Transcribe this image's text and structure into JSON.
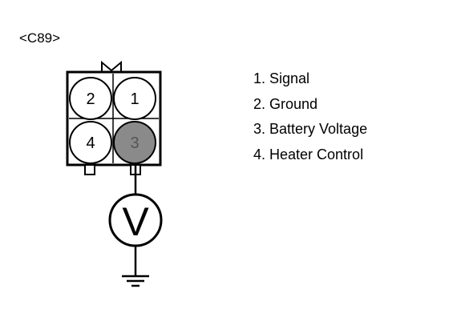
{
  "connector": {
    "label": "<C89>",
    "pins": [
      {
        "number": "2",
        "fill": "#ffffff"
      },
      {
        "number": "1",
        "fill": "#ffffff"
      },
      {
        "number": "4",
        "fill": "#ffffff"
      },
      {
        "number": "3",
        "fill": "#8a8a8a"
      }
    ]
  },
  "meter": {
    "symbol": "V"
  },
  "legend": [
    "1. Signal",
    "2. Ground",
    "3. Battery Voltage",
    "4. Heater Control"
  ]
}
